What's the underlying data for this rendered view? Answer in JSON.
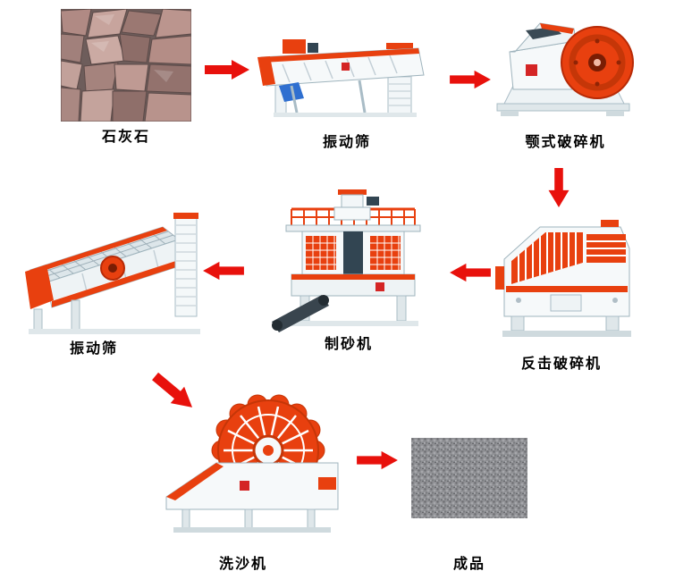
{
  "flowchart": {
    "title_implicit": "",
    "nodes": [
      {
        "id": "limestone-photo",
        "label": "石灰石",
        "kind": "photo"
      },
      {
        "id": "vibrating-screen-top",
        "label": "振动筛",
        "kind": "machine"
      },
      {
        "id": "jaw-crusher",
        "label": "颚式破碎机",
        "kind": "machine"
      },
      {
        "id": "impact-crusher",
        "label": "反击破碎机",
        "kind": "machine"
      },
      {
        "id": "sand-making-machine",
        "label": "制砂机",
        "kind": "machine"
      },
      {
        "id": "vibrating-screen-left",
        "label": "振动筛",
        "kind": "machine"
      },
      {
        "id": "sand-washer",
        "label": "洗沙机",
        "kind": "machine"
      },
      {
        "id": "finished-product-photo",
        "label": "成品",
        "kind": "photo"
      }
    ],
    "arrows": [
      {
        "from": "limestone-photo",
        "to": "vibrating-screen-top",
        "direction": "right"
      },
      {
        "from": "vibrating-screen-top",
        "to": "jaw-crusher",
        "direction": "right"
      },
      {
        "from": "jaw-crusher",
        "to": "impact-crusher",
        "direction": "down"
      },
      {
        "from": "impact-crusher",
        "to": "sand-making-machine",
        "direction": "left"
      },
      {
        "from": "sand-making-machine",
        "to": "vibrating-screen-left",
        "direction": "left"
      },
      {
        "from": "vibrating-screen-left",
        "to": "sand-washer",
        "direction": "down-right"
      },
      {
        "from": "sand-washer",
        "to": "finished-product-photo",
        "direction": "right"
      }
    ],
    "colors": {
      "arrow_red": "#e8110c",
      "machine_red": "#e8400f",
      "machine_red_dark": "#b72a06",
      "machine_body": "#f6f9fa",
      "machine_outline": "#9fb4bd",
      "label_text": "#000000"
    }
  }
}
